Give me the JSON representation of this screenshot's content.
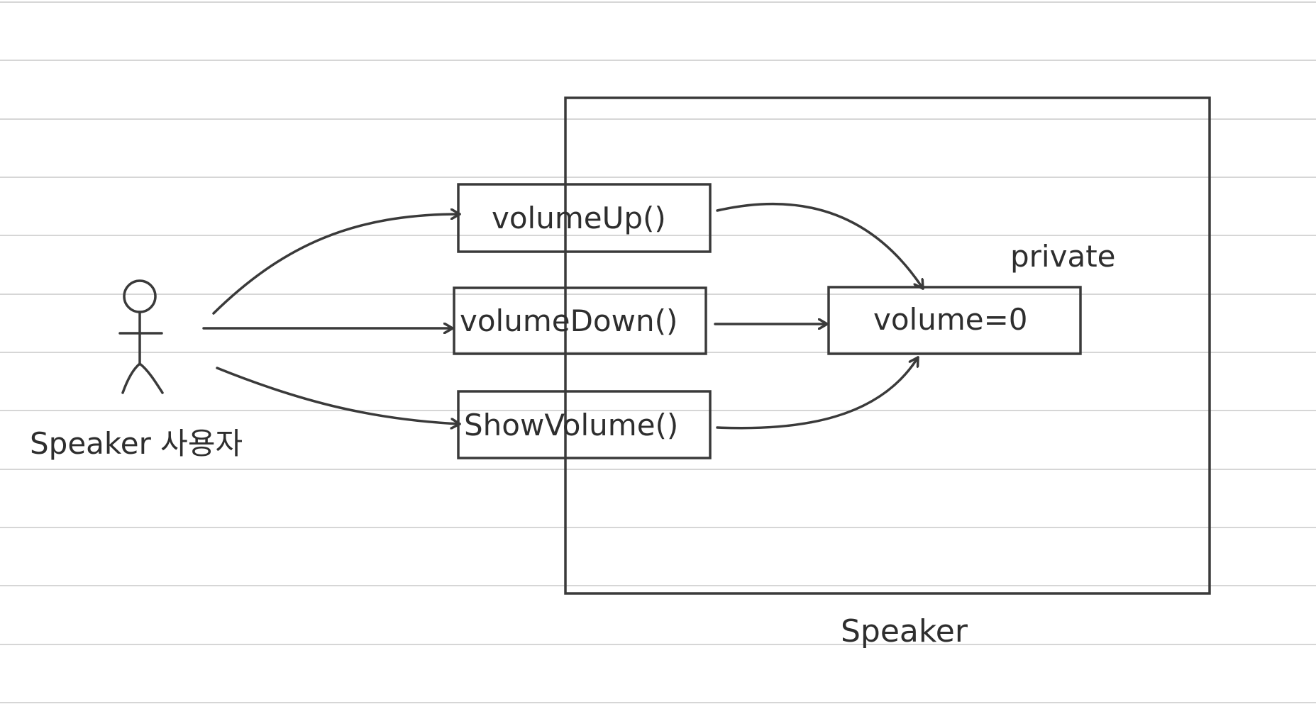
{
  "actor": {
    "label": "Speaker 사용자"
  },
  "methods": {
    "volume_up": "volumeUp()",
    "volume_down": "volumeDown()",
    "show_volume": "ShowVolume()"
  },
  "field": {
    "value": "volume=0",
    "modifier": "private"
  },
  "class_box": {
    "label": "Speaker"
  },
  "colors": {
    "ink": "#3a3a3a",
    "ruled_line": "#d6d6d6",
    "background": "#ffffff"
  }
}
